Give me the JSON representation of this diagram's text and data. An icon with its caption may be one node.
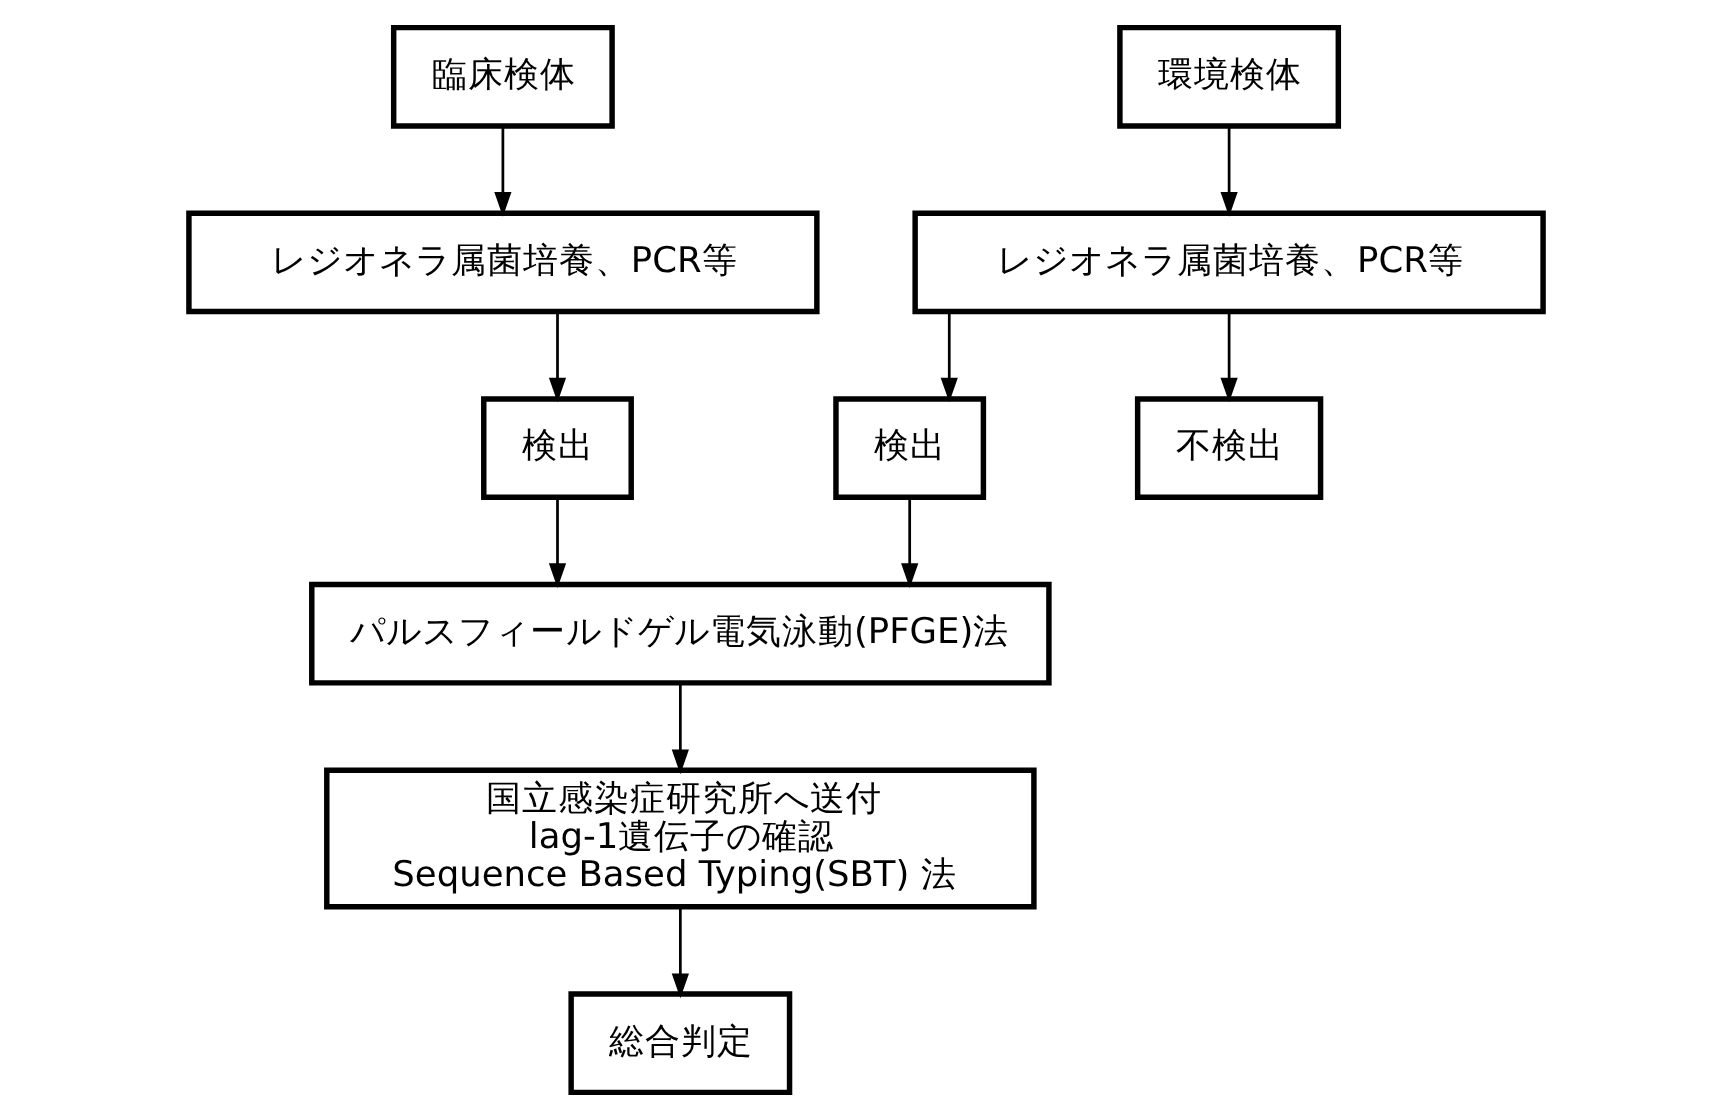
{
  "diagram": {
    "nodes": [
      {
        "text": [
          "臨床検体"
        ]
      },
      {
        "text": [
          "環境検体"
        ]
      },
      {
        "text": [
          "レジオネラ属菌培養、PCR等"
        ]
      },
      {
        "text": [
          "レジオネラ属菌培養、PCR等"
        ]
      },
      {
        "text": [
          "検出"
        ]
      },
      {
        "text": [
          "検出"
        ]
      },
      {
        "text": [
          "不検出"
        ]
      },
      {
        "text": [
          "パルスフィールドゲル電気泳動(PFGE)法"
        ]
      },
      {
        "text": [
          "国立感染症研究所へ送付",
          "lag-1遺伝子の確認",
          "Sequence Based Typing(SBT) 法"
        ]
      },
      {
        "text": [
          "総合判定"
        ]
      }
    ],
    "edges": [
      {
        "from": 0,
        "to": 2,
        "arrow": "to"
      },
      {
        "from": 1,
        "to": 3,
        "arrow": "to"
      },
      {
        "from": 2,
        "to": 4,
        "arrow": "to"
      },
      {
        "from": 3,
        "to": 5,
        "arrow": "to"
      },
      {
        "from": 3,
        "to": 6,
        "arrow": "to"
      },
      {
        "from": 4,
        "to": 7,
        "arrow": "to"
      },
      {
        "from": 5,
        "to": 7,
        "arrow": "to"
      },
      {
        "from": 7,
        "to": 8,
        "arrow": "to"
      },
      {
        "from": 8,
        "to": 9,
        "arrow": "to"
      }
    ]
  }
}
